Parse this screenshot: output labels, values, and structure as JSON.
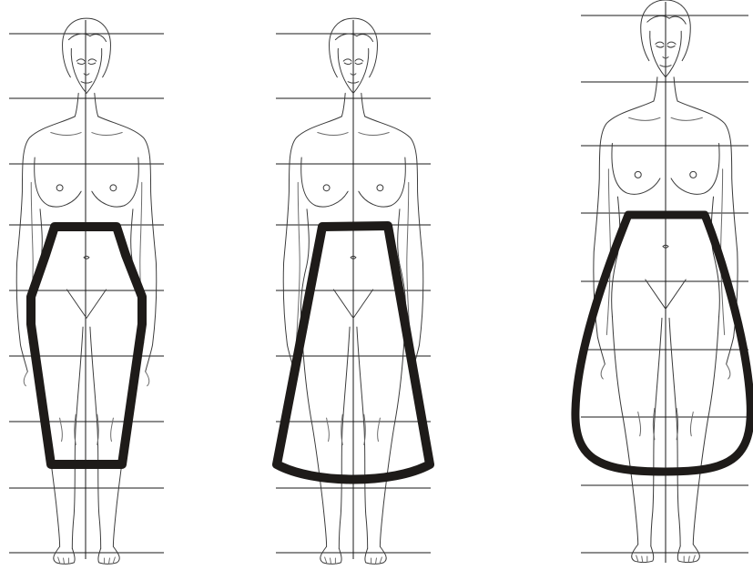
{
  "figure": {
    "colors": {
      "background": "#ffffff",
      "skirt_outline": "#1e1b19",
      "figure_lines": "#3a3a3a",
      "guide_lines": "#1a1a1a"
    },
    "panels": [
      {
        "skirt_shape": "pencil / tapered skirt",
        "guide_count": 9
      },
      {
        "skirt_shape": "a-line / flared skirt",
        "guide_count": 9
      },
      {
        "skirt_shape": "tulip / balloon skirt",
        "guide_count": 9
      }
    ]
  }
}
